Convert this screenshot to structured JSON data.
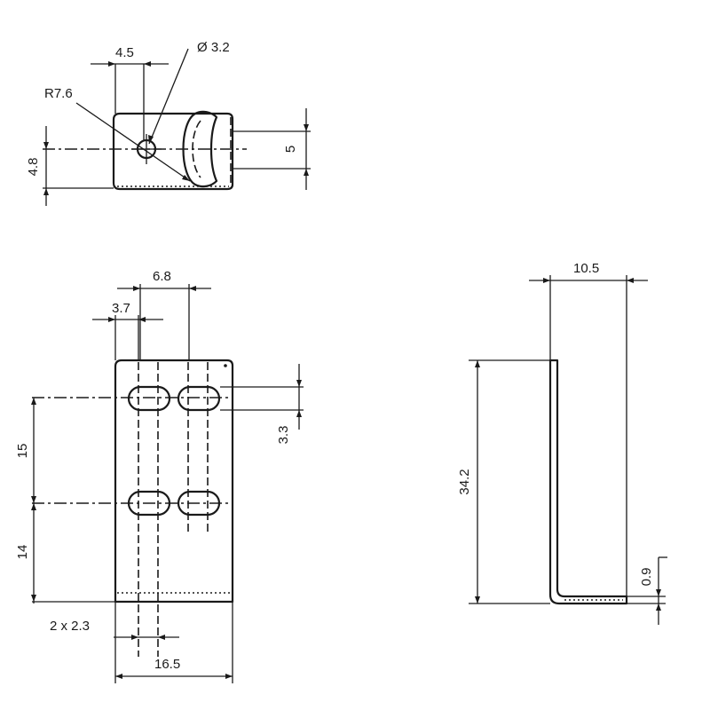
{
  "top_view": {
    "width_dim": "4.5",
    "hole_dim": "Ø 3.2",
    "radius_dim": "R7.6",
    "left_height_dim": "4.8",
    "right_height_dim": "5"
  },
  "front_view": {
    "slot_spacing_dim": "6.8",
    "slot_offset_dim": "3.7",
    "slot_height_dim": "3.3",
    "upper_pitch_dim": "15",
    "lower_pitch_dim": "14",
    "slot_width_dim": "2 x 2.3",
    "total_width_dim": "16.5"
  },
  "side_view": {
    "depth_dim": "10.5",
    "height_dim": "34.2",
    "thickness_dim": "0.9"
  }
}
